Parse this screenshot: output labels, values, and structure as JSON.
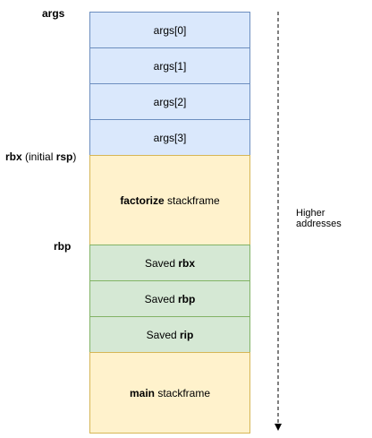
{
  "labels": {
    "args": "args",
    "rbx_bold": "rbx",
    "rbx_mid": " (initial ",
    "rsp_bold": "rsp",
    "rbx_end": ")",
    "rbp": "rbp"
  },
  "cells": {
    "args0": "args[0]",
    "args1": "args[1]",
    "args2": "args[2]",
    "args3": "args[3]",
    "factorize_bold": "factorize",
    "factorize_rest": " stackframe",
    "saved_prefix": "Saved ",
    "saved_rbx": "rbx",
    "saved_rbp": "rbp",
    "saved_rip": "rip",
    "main_bold": "main",
    "main_rest": " stackframe"
  },
  "arrow": {
    "label": "Higher addresses"
  },
  "colors": {
    "blue_fill": "#dae8fc",
    "blue_stroke": "#6c8ebf",
    "yellow_fill": "#fff2cc",
    "yellow_stroke": "#d6b656",
    "green_fill": "#d5e8d4",
    "green_stroke": "#82b366"
  }
}
